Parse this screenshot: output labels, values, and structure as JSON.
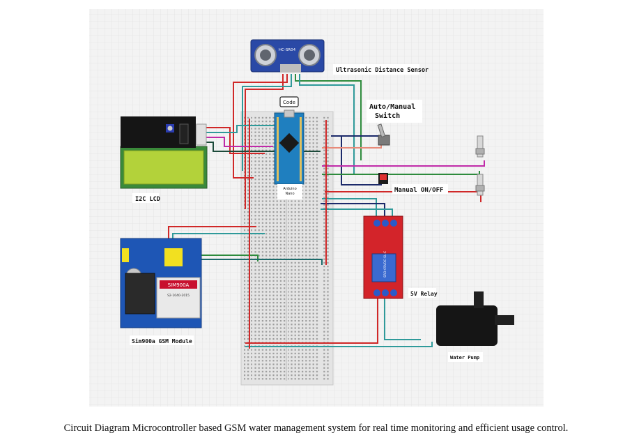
{
  "caption": "Circuit Diagram Microcontroller based GSM water management system for real time monitoring and efficient usage control.",
  "labels": {
    "ultrasonic": "Ultrasonic Distance Sensor",
    "code": "Code",
    "auto_manual_1": "Auto/Manual",
    "auto_manual_2": "Switch",
    "manual_onoff": "Manual ON/OFF",
    "lcd": "I2C LCD",
    "gsm": "Sim900a GSM Module",
    "relay": "5V Relay",
    "pump": "Water Pump"
  },
  "chip_text": {
    "sensor": "HC-SR04",
    "arduino_1": "Arduino",
    "arduino_2": "Nano",
    "gsm_chip": "SIM900A",
    "gsm_chip_sub": "S2-1040-2015",
    "relay_side": "SRD-05VDC-SL-C"
  },
  "colors": {
    "grid_bg": "#f3f3f3",
    "grid_line": "#dcdcdc",
    "wire_red": "#d02828",
    "wire_teal": "#2f9a9a",
    "wire_green": "#2e8b3d",
    "wire_magenta": "#c02aa8",
    "wire_navy": "#1c2a6a",
    "wire_salmon": "#e88b7a",
    "board_blue": "#1d57b0",
    "relay_red": "#d3242a",
    "lcd_green": "#b3d23a"
  }
}
